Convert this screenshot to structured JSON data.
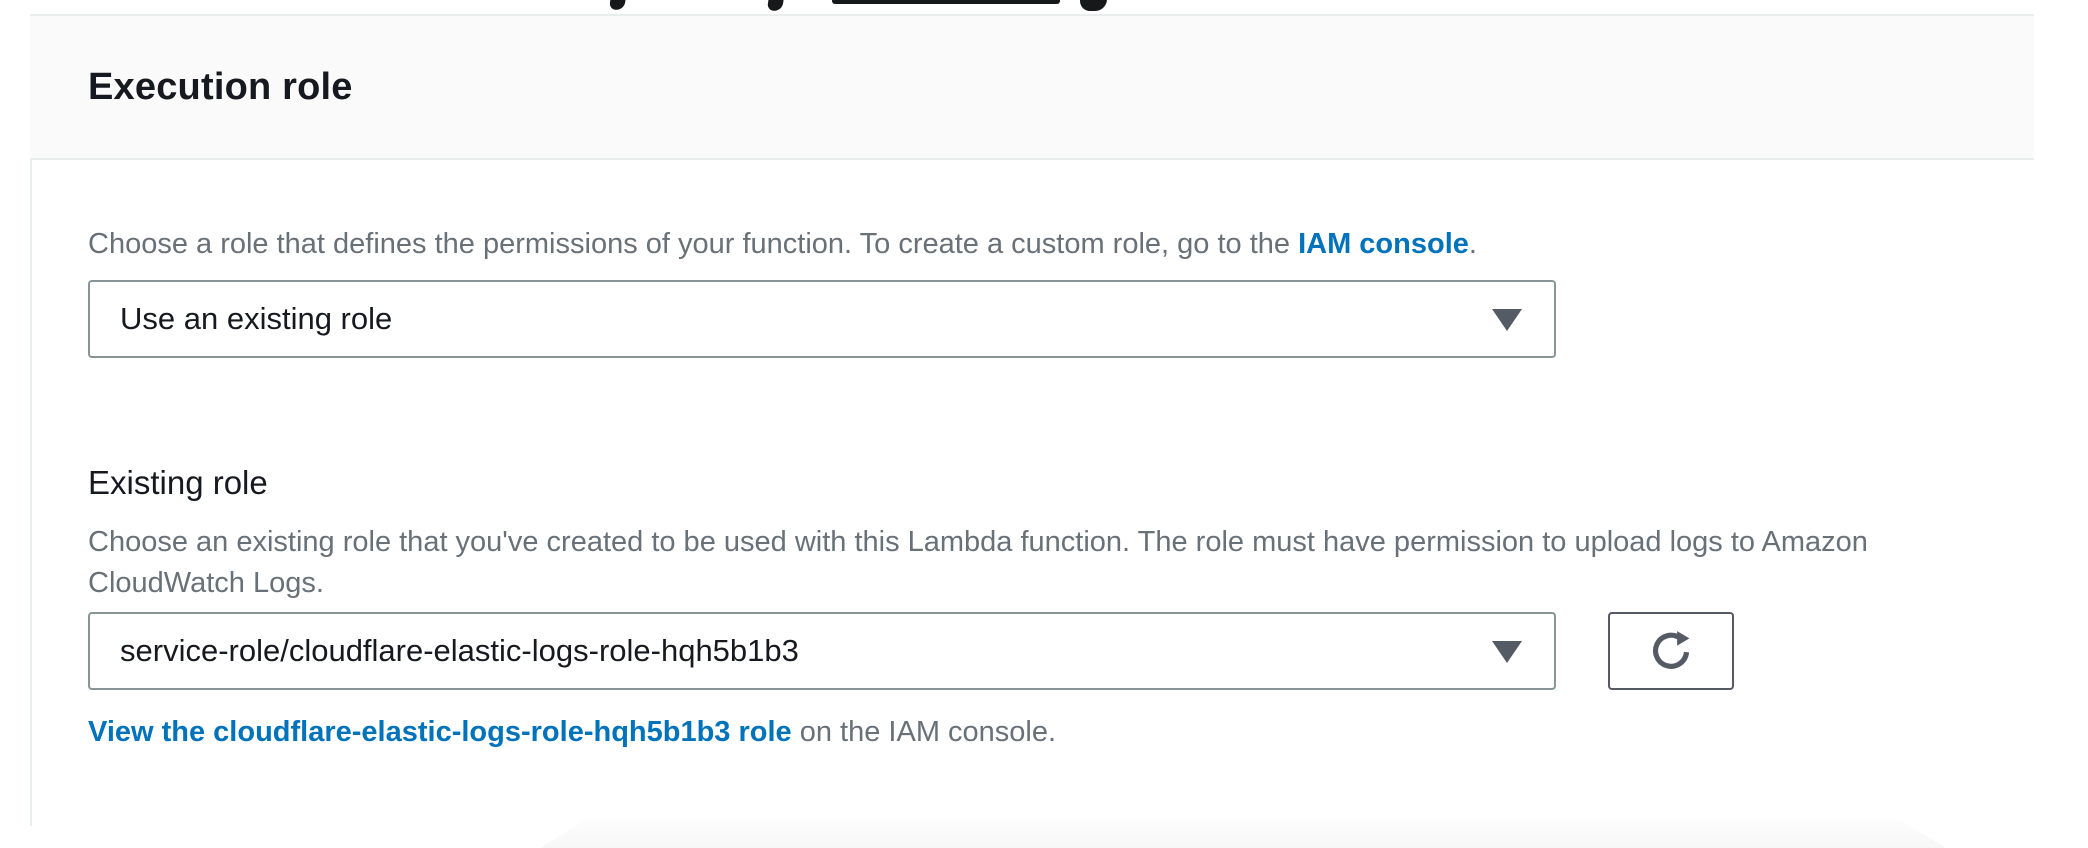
{
  "section": {
    "title": "Execution role"
  },
  "role_source": {
    "description_prefix": "Choose a role that defines the permissions of your function. To create a custom role, go to the ",
    "iam_console_link_label": "IAM console",
    "description_suffix": ".",
    "selected_value": "Use an existing role"
  },
  "existing_role": {
    "label": "Existing role",
    "hint": "Choose an existing role that you've created to be used with this Lambda function. The role must have permission to upload logs to Amazon CloudWatch Logs.",
    "selected_value": "service-role/cloudflare-elastic-logs-role-hqh5b1b3",
    "view_link_label": "View the cloudflare-elastic-logs-role-hqh5b1b3 role",
    "view_link_suffix": " on the IAM console."
  },
  "icons": {
    "caret": "caret-down-icon",
    "refresh": "refresh-icon"
  },
  "colors": {
    "link_blue": "#0073bb",
    "text_primary": "#16191f",
    "text_secondary": "#687078",
    "control_border": "#879596",
    "button_border": "#545b64",
    "panel_border": "#eaeded",
    "header_background": "#fafafa"
  }
}
